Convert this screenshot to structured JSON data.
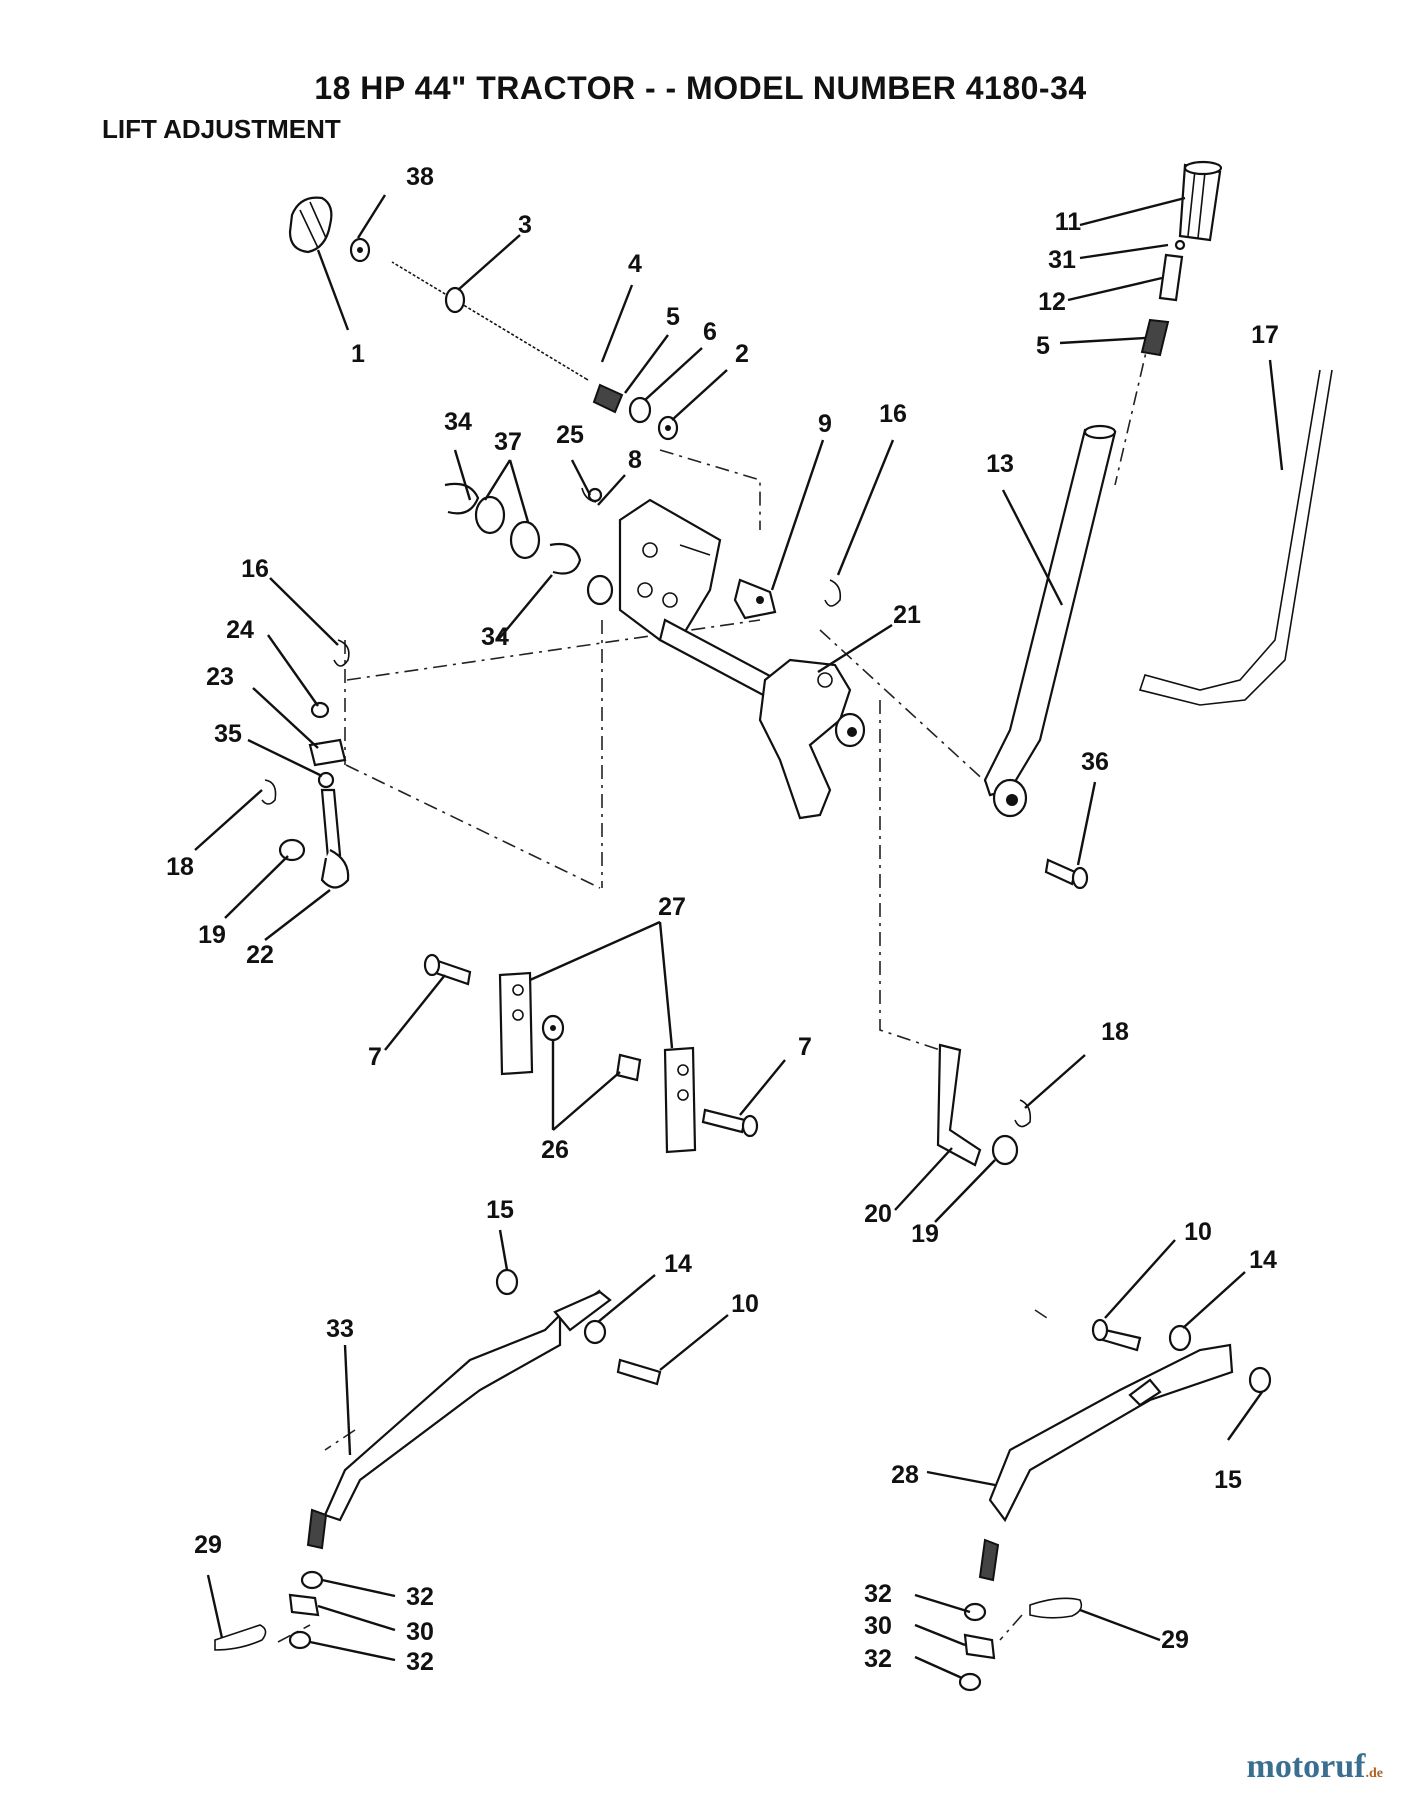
{
  "title": "18 HP 44\" TRACTOR - - MODEL NUMBER 4180-34",
  "subtitle": "LIFT ADJUSTMENT",
  "watermark": {
    "brand": "motoruf",
    "tld": ".de"
  },
  "labels": [
    "38",
    "3",
    "4",
    "1",
    "5",
    "6",
    "2",
    "11",
    "31",
    "12",
    "5",
    "17",
    "34",
    "37",
    "25",
    "8",
    "9",
    "16",
    "13",
    "16",
    "34",
    "21",
    "24",
    "23",
    "35",
    "36",
    "18",
    "19",
    "22",
    "27",
    "7",
    "7",
    "26",
    "18",
    "20",
    "19",
    "15",
    "14",
    "10",
    "10",
    "14",
    "33",
    "15",
    "28",
    "29",
    "32",
    "30",
    "32",
    "32",
    "30",
    "29",
    "32"
  ]
}
